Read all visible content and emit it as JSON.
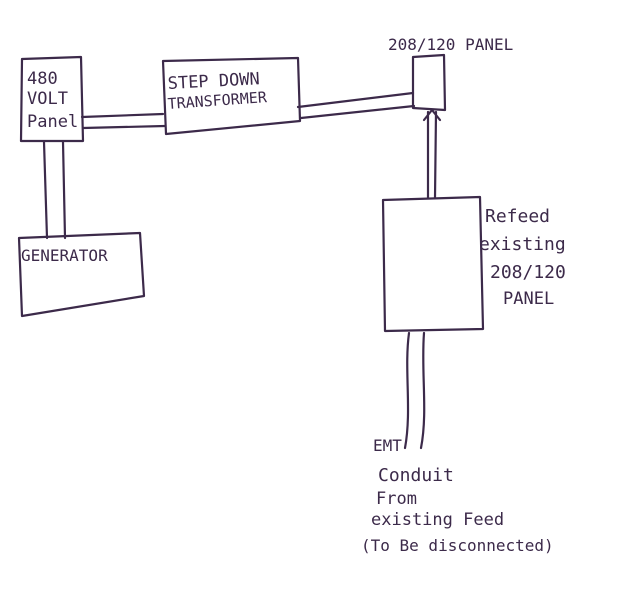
{
  "panel_480": [
    "480",
    "VOLT",
    "Panel"
  ],
  "transformer": [
    "STEP DOWN",
    "TRANSFORMER"
  ],
  "panel_208": "208/120 PANEL",
  "generator": "GENERATOR",
  "refeed": [
    "Refeed",
    "existing",
    "208/120",
    "PANEL"
  ],
  "conduit_note": [
    "EMT",
    "Conduit",
    "From",
    "existing Feed",
    "(To Be disconnected)"
  ],
  "colors": {
    "ink": "#3c2a4a",
    "paper": "#ffffff"
  }
}
